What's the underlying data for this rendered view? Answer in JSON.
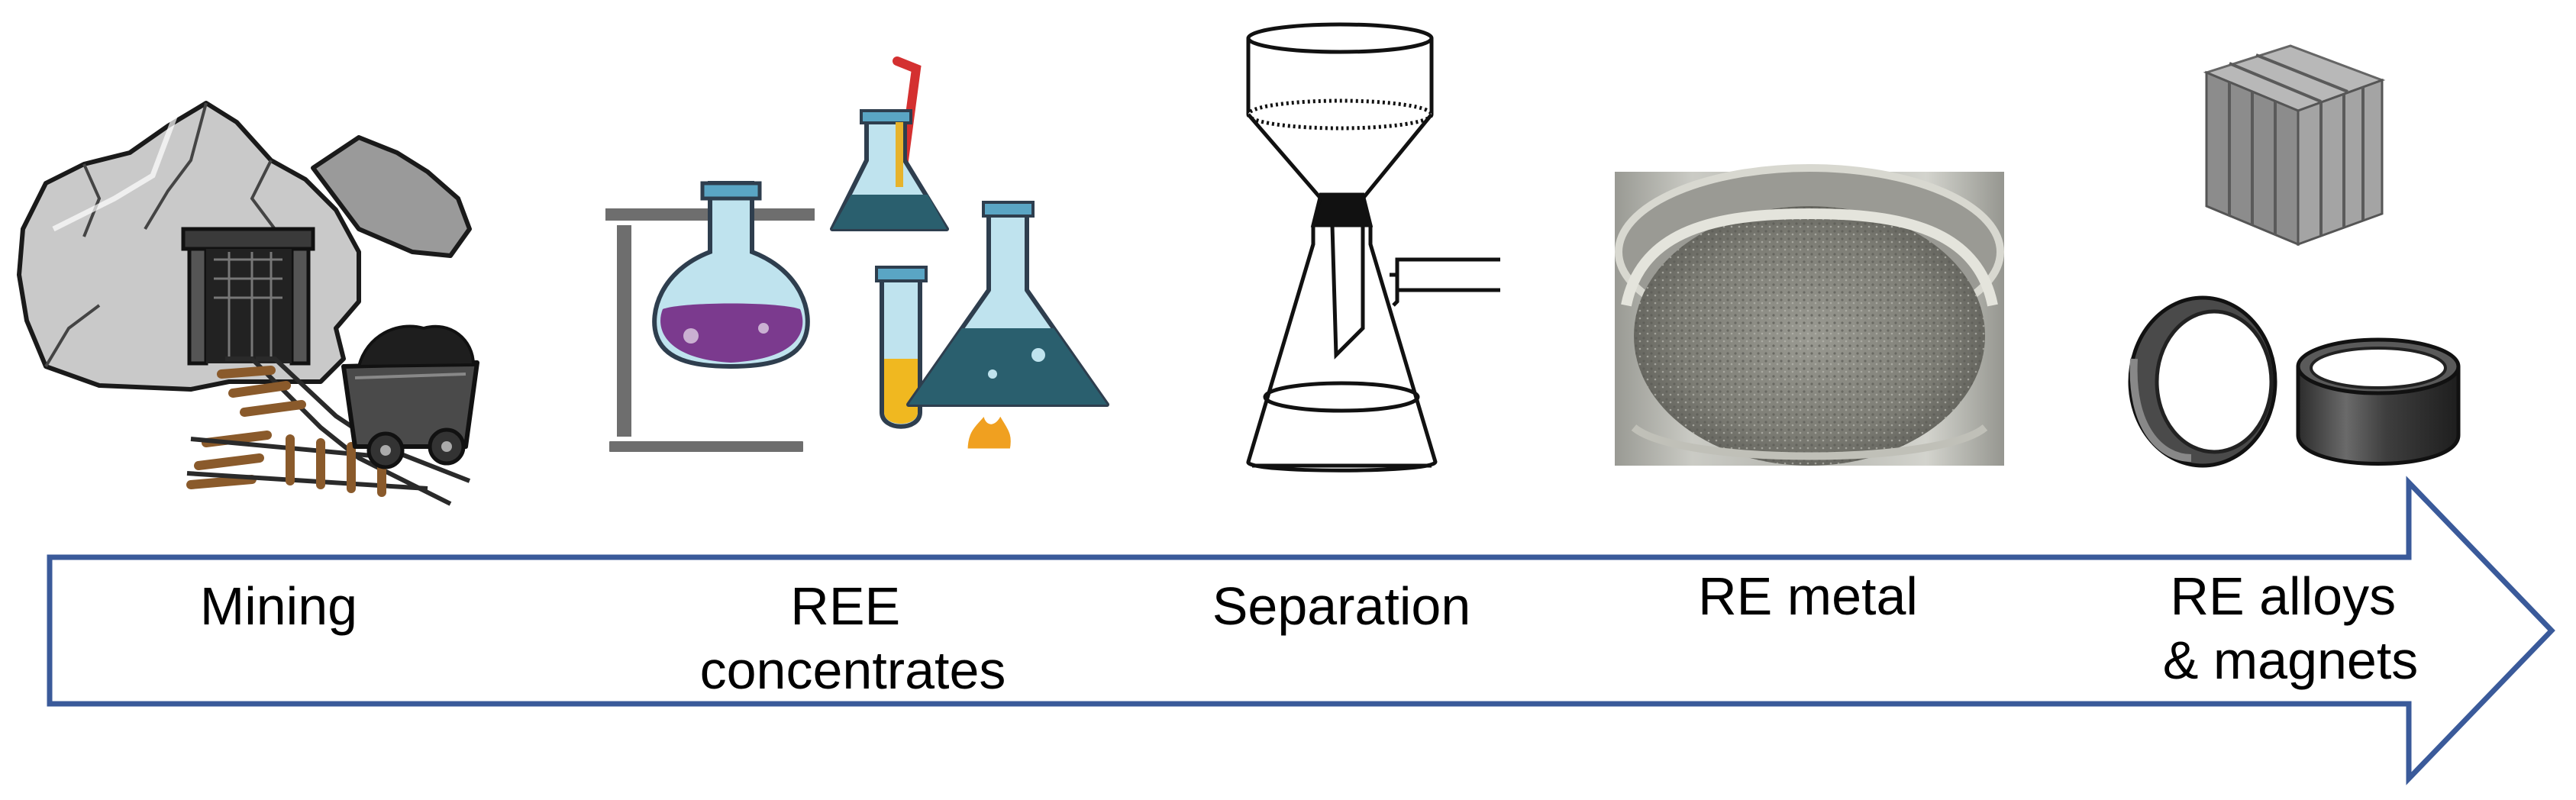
{
  "colors": {
    "arrow_outline": "#3a5a9a",
    "background": "#ffffff"
  },
  "stages": [
    {
      "id": "mining",
      "lines": [
        "Mining"
      ],
      "icon": "mine-entrance-icon"
    },
    {
      "id": "ree-concentrates",
      "lines": [
        "REE",
        "concentrates"
      ],
      "icon": "chemistry-flasks-icon"
    },
    {
      "id": "separation",
      "lines": [
        "Separation"
      ],
      "icon": "filter-flask-icon"
    },
    {
      "id": "re-metal",
      "lines": [
        "RE metal"
      ],
      "icon": "metal-powder-jar-icon"
    },
    {
      "id": "re-alloys-magnets",
      "lines": [
        "RE alloys",
        "& magnets"
      ],
      "icon": "magnet-cube-rings-icon"
    }
  ]
}
